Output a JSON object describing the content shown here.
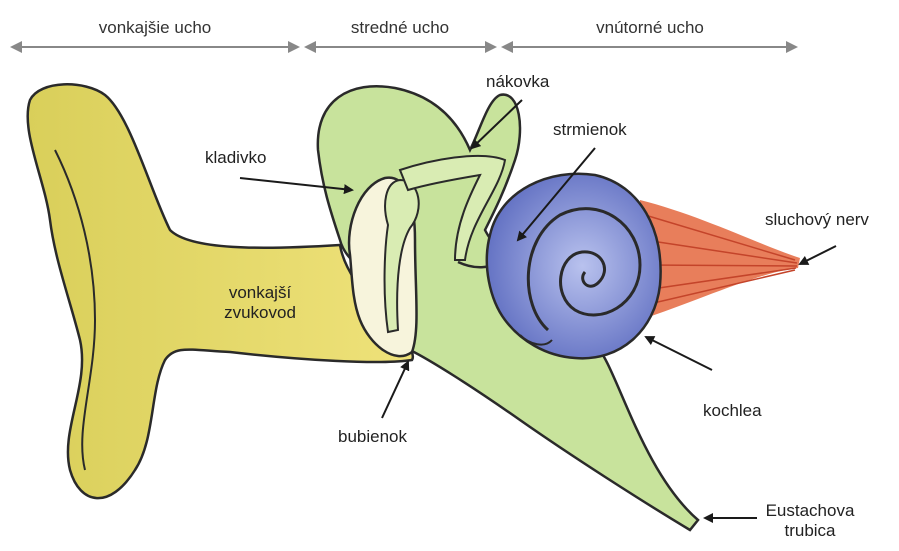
{
  "sections": {
    "outer_ear": "vonkajšie ucho",
    "middle_ear": "stredné ucho",
    "inner_ear": "vnútorné ucho"
  },
  "labels": {
    "malleus": "kladivko",
    "incus": "nákovka",
    "stapes": "strmienok",
    "auditory_nerve": "sluchový nerv",
    "ear_canal_line1": "vonkajší",
    "ear_canal_line2": "zvukovod",
    "eardrum": "bubienok",
    "cochlea": "kochlea",
    "eustachian_line1": "Eustachova",
    "eustachian_line2": "trubica"
  },
  "colors": {
    "outer_ear": "#e3d86a",
    "middle_ear": "#c9e3a0",
    "cochlea": "#6f7fc8",
    "nerve": "#e0603a",
    "outline": "#2a2a2a",
    "arrow": "#777777"
  }
}
